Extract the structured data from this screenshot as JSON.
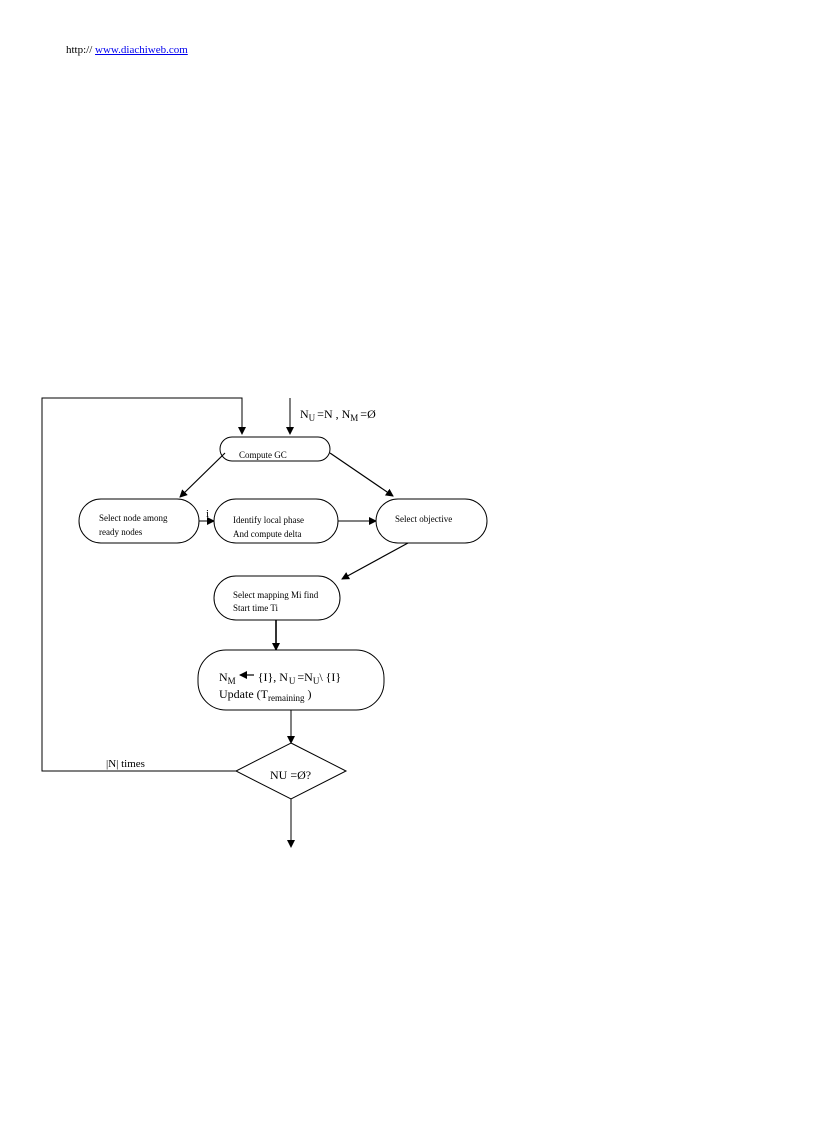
{
  "header": {
    "prefix": "http://",
    "link_text": "www.diachiweb.com"
  },
  "flowchart": {
    "init_N": "N",
    "init_U": "U",
    "init_eq1": "=N , N",
    "init_M": "M",
    "init_eq2": "=Ø",
    "compute_gc": "Compute GC",
    "select_node_line1": "Select node among",
    "select_node_line2": "ready nodes",
    "edge_i": "i",
    "identify_line1": "Identify local phase",
    "identify_line2": "And compute delta",
    "select_objective": "Select objective",
    "select_mapping_line1": "Select mapping Mi find",
    "select_mapping_line2": "Start time Ti",
    "update_N1": "N",
    "update_M": "M",
    "update_set1": "{I}, N",
    "update_U1": "U",
    "update_eq": "=N",
    "update_U2": "U",
    "update_set2": "\\ {I}",
    "update_line2_pre": "Update (T",
    "update_remaining": "remaining",
    "update_line2_post": ")",
    "decision": "NU =Ø?",
    "loop_label": "|N| times"
  },
  "colors": {
    "link": "#0000ee",
    "stroke": "#000000"
  }
}
